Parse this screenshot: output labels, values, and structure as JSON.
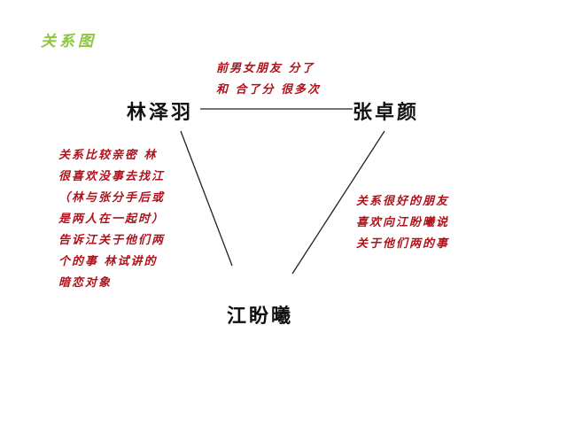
{
  "title": "关系图",
  "colors": {
    "title": "#8dc63f",
    "node_text": "#111111",
    "note_text": "#b0121b",
    "edge": "#222222"
  },
  "nodes": {
    "a": "林泽羽",
    "b": "张卓颜",
    "c": "江盼曦"
  },
  "edges": {
    "a_b": [
      "前男女朋友 分了",
      "和 合了分 很多次"
    ],
    "a_c": [
      "关系比较亲密 林",
      "很喜欢没事去找江",
      "（林与张分手后或",
      "是两人在一起时）",
      "告诉江关于他们两",
      "个的事 林试讲的",
      "暗恋对象"
    ],
    "b_c": [
      "关系很好的朋友",
      "喜欢向江盼曦说",
      "关于他们两的事"
    ]
  }
}
